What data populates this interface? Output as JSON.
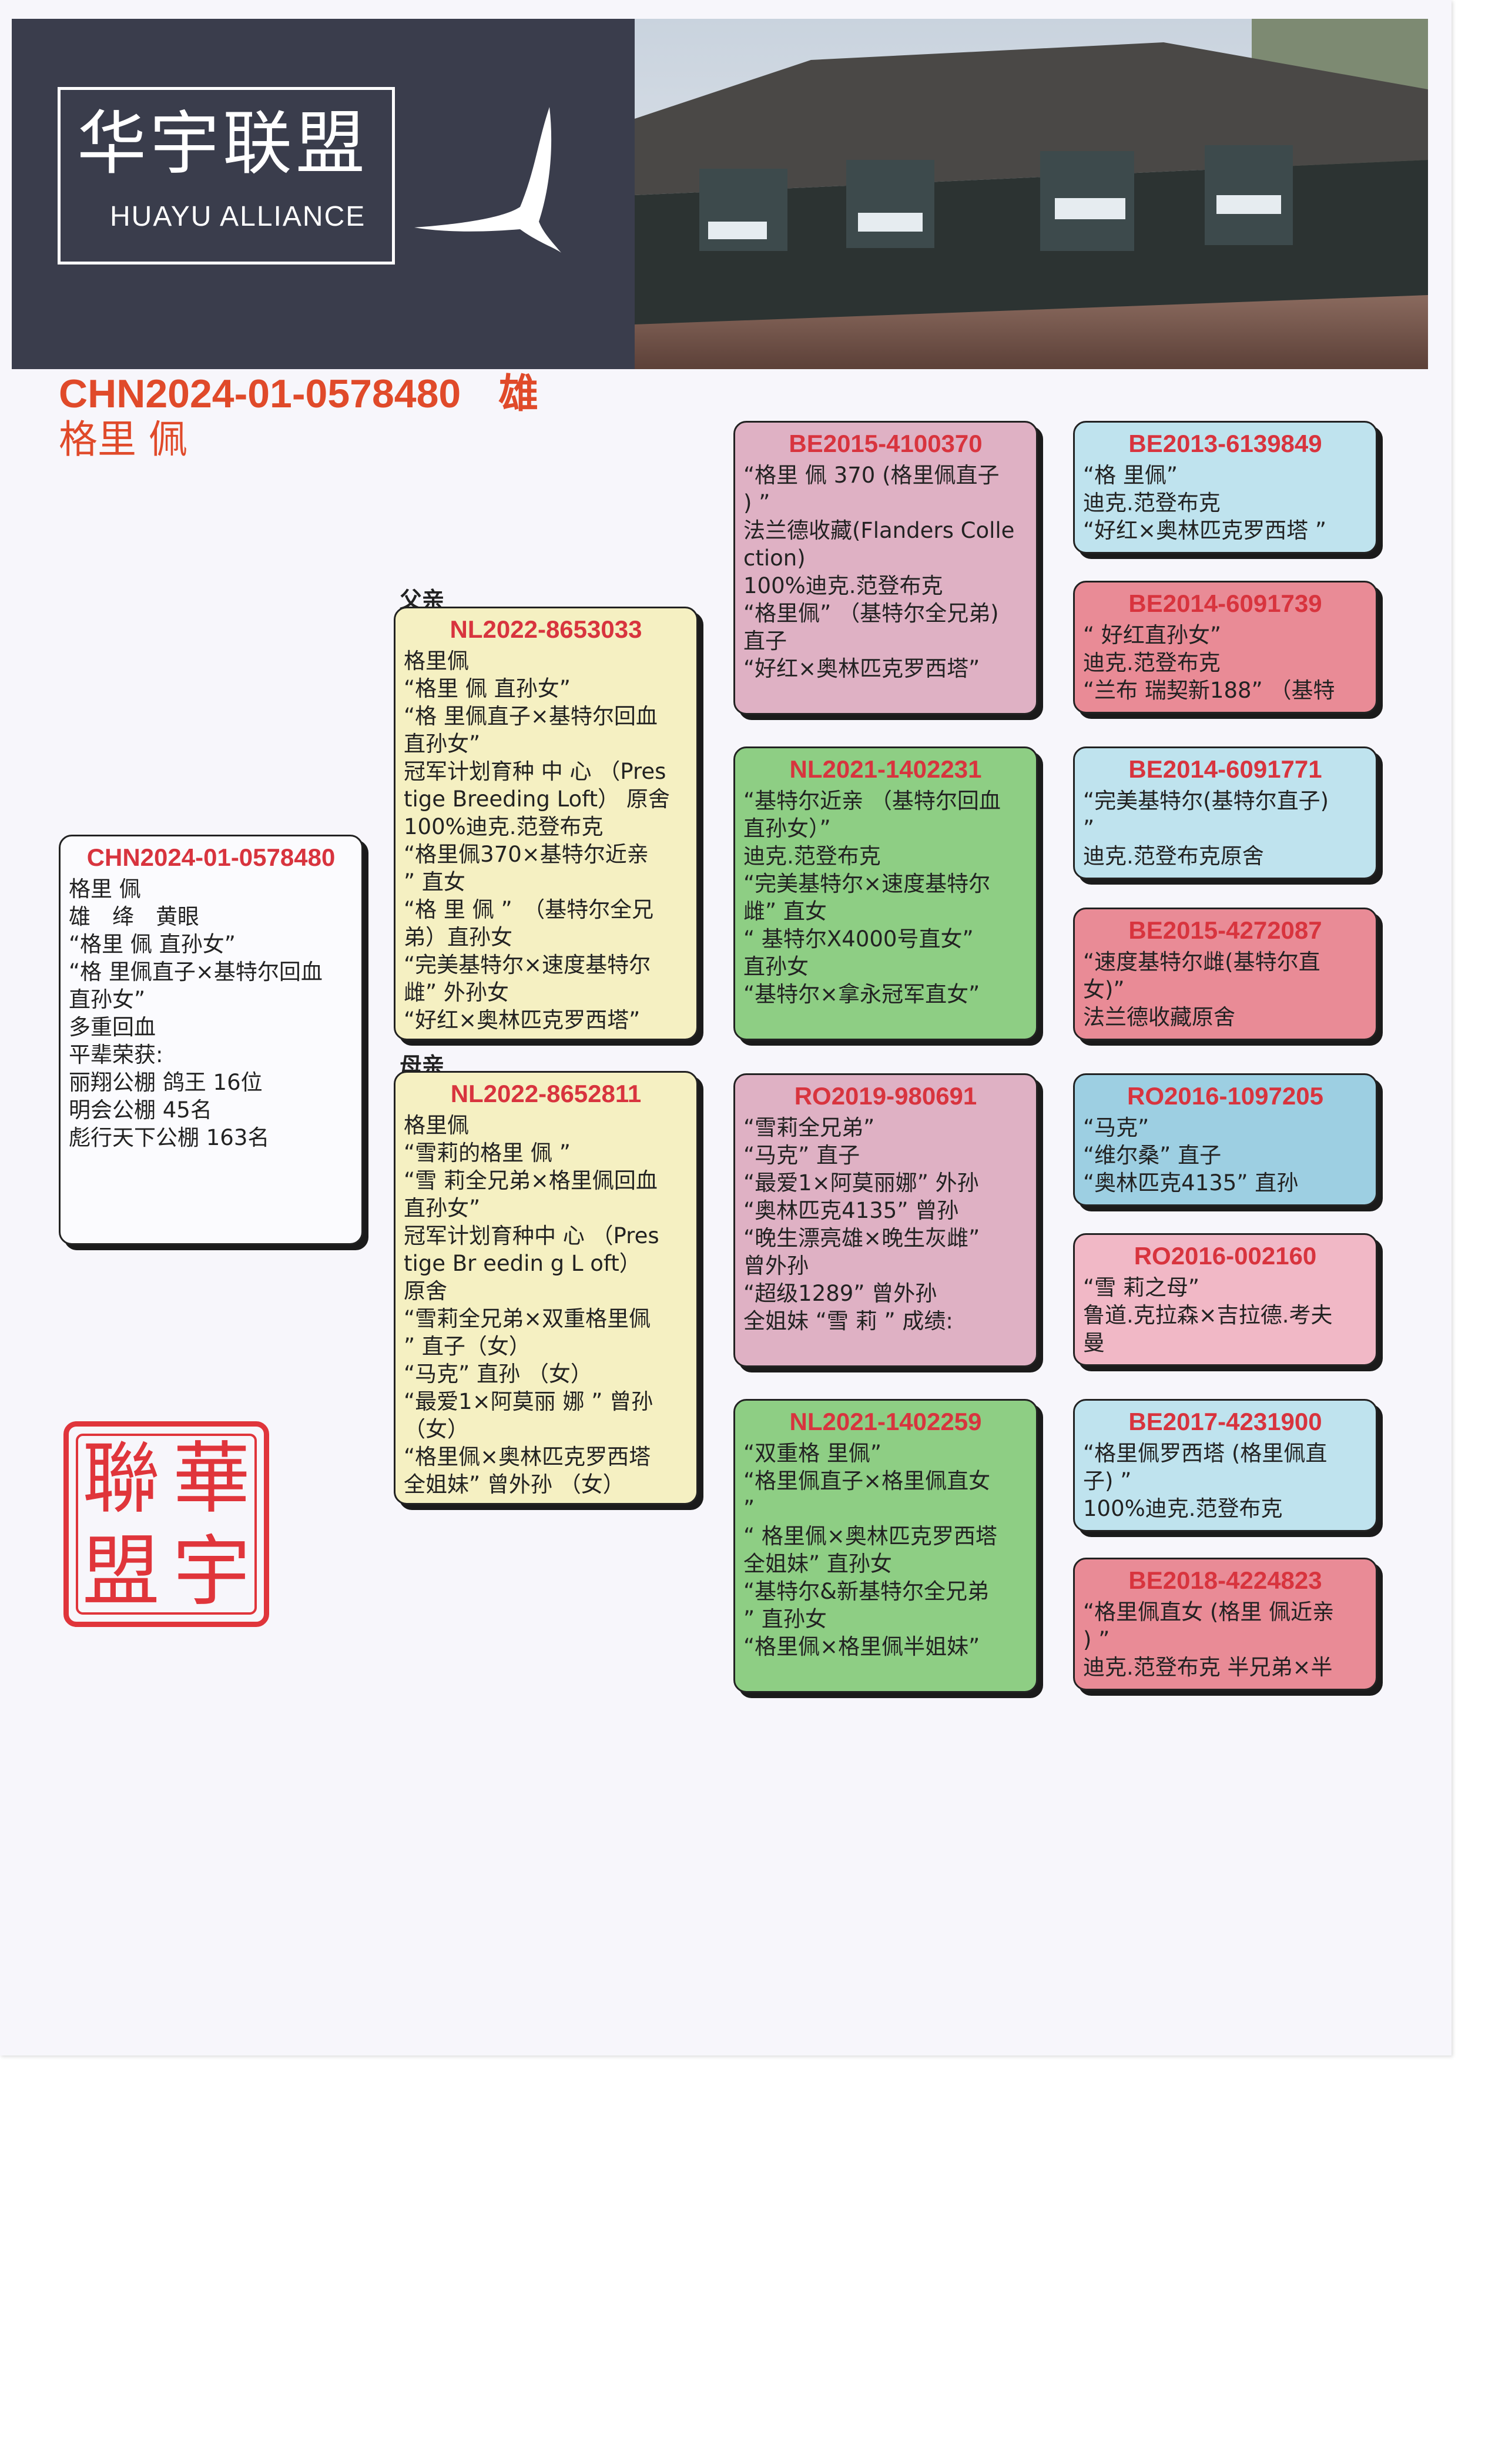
{
  "header": {
    "logo_cn": "华宇联盟",
    "logo_en": "HUAYU ALLIANCE"
  },
  "subject": {
    "id": "CHN2024-01-0578480",
    "sex": "雄",
    "name": "格里 佩"
  },
  "labels": {
    "father": "父亲",
    "mother": "母亲"
  },
  "main_card": {
    "id": "CHN2024-01-0578480",
    "lines": [
      "格里 佩",
      "雄　绛　黄眼",
      "“格里 佩 直孙女”",
      "“格 里佩直子×基特尔回血",
      "直孙女”",
      "多重回血",
      "平辈荣获:",
      "丽翔公棚 鸽王 16位",
      "明会公棚 45名",
      "彪行天下公棚 163名"
    ]
  },
  "father": {
    "id": "NL2022-8653033",
    "lines": [
      "格里佩",
      "“格里 佩 直孙女”",
      "“格 里佩直子×基特尔回血",
      "直孙女”",
      "冠军计划育种 中 心 （Pres",
      "tige Breeding Loft） 原舍",
      "100%迪克.范登布克",
      "“格里佩370×基特尔近亲",
      "” 直女",
      "“格 里 佩 ”　（基特尔全兄",
      "弟）直孙女",
      "“完美基特尔×速度基特尔",
      "雌” 外孙女",
      "“好红×奥林匹克罗西塔”"
    ]
  },
  "mother": {
    "id": "NL2022-8652811",
    "lines": [
      "格里佩",
      "“雪莉的格里 佩 ”",
      "“雪 莉全兄弟×格里佩回血",
      "直孙女”",
      "冠军计划育种中 心 （Pres",
      "tige Br eedin g L oft）",
      "原舍",
      "“雪莉全兄弟×双重格里佩",
      "” 直子（女）",
      "“马克” 直孙 （女）",
      "“最爱1×阿莫丽 娜 ” 曾孙",
      "（女）",
      "“格里佩×奥林匹克罗西塔",
      "全姐妹” 曾外孙 （女）"
    ]
  },
  "grandparents": [
    {
      "id": "BE2015-4100370",
      "lines": [
        "“格里 佩 370 (格里佩直子",
        ") ”",
        "法兰德收藏(Flanders Colle",
        "ction)",
        "100%迪克.范登布克",
        "“格里佩” （基特尔全兄弟)",
        "直子",
        "“好红×奥林匹克罗西塔”"
      ]
    },
    {
      "id": "NL2021-1402231",
      "lines": [
        "“基特尔近亲 （基特尔回血",
        "直孙女）”",
        "迪克.范登布克",
        "“完美基特尔×速度基特尔",
        "雌” 直女",
        "“ 基特尔X4000号直女”",
        "直孙女",
        "“基特尔×拿永冠军直女”"
      ]
    },
    {
      "id": "RO2019-980691",
      "lines": [
        "“雪莉全兄弟”",
        "“马克” 直子",
        "“最爱1×阿莫丽娜” 外孙",
        "“奥林匹克4135” 曾孙",
        "“晚生漂亮雄×晚生灰雌”",
        "曾外孙",
        "“超级1289” 曾外孙",
        "全姐妹 “雪 莉 ” 成绩:"
      ]
    },
    {
      "id": "NL2021-1402259",
      "lines": [
        "“双重格 里佩”",
        "“格里佩直子×格里佩直女",
        "”",
        "“ 格里佩×奥林匹克罗西塔",
        "全姐妹” 直孙女",
        "“基特尔&新基特尔全兄弟",
        "” 直孙女",
        "“格里佩×格里佩半姐妹”"
      ]
    }
  ],
  "great_grandparents": [
    {
      "id": "BE2013-6139849",
      "lines": [
        "“格 里佩”",
        "迪克.范登布克",
        "“好红×奥林匹克罗西塔 ”"
      ]
    },
    {
      "id": "BE2014-6091739",
      "lines": [
        "“ 好红直孙女”",
        "迪克.范登布克",
        "“兰布 瑞契新188” （基特"
      ]
    },
    {
      "id": "BE2014-6091771",
      "lines": [
        "“完美基特尔(基特尔直子)",
        "”",
        "迪克.范登布克原舍"
      ]
    },
    {
      "id": "BE2015-4272087",
      "lines": [
        "“速度基特尔雌(基特尔直",
        "女)”",
        "法兰德收藏原舍"
      ]
    },
    {
      "id": "RO2016-1097205",
      "lines": [
        "“马克”",
        "“维尔桑” 直子",
        "“奥林匹克4135” 直孙"
      ]
    },
    {
      "id": "RO2016-002160",
      "lines": [
        "“雪 莉之母”",
        "鲁道.克拉森×吉拉德.考夫",
        "曼"
      ]
    },
    {
      "id": "BE2017-4231900",
      "lines": [
        "“格里佩罗西塔 (格里佩直",
        "子) ”",
        "100%迪克.范登布克"
      ]
    },
    {
      "id": "BE2018-4224823",
      "lines": [
        "“格里佩直女 (格里 佩近亲",
        ") ”",
        "迪克.范登布克 半兄弟×半"
      ]
    }
  ],
  "stamp": {
    "chars": [
      "華",
      "宇",
      "聯",
      "盟"
    ]
  }
}
